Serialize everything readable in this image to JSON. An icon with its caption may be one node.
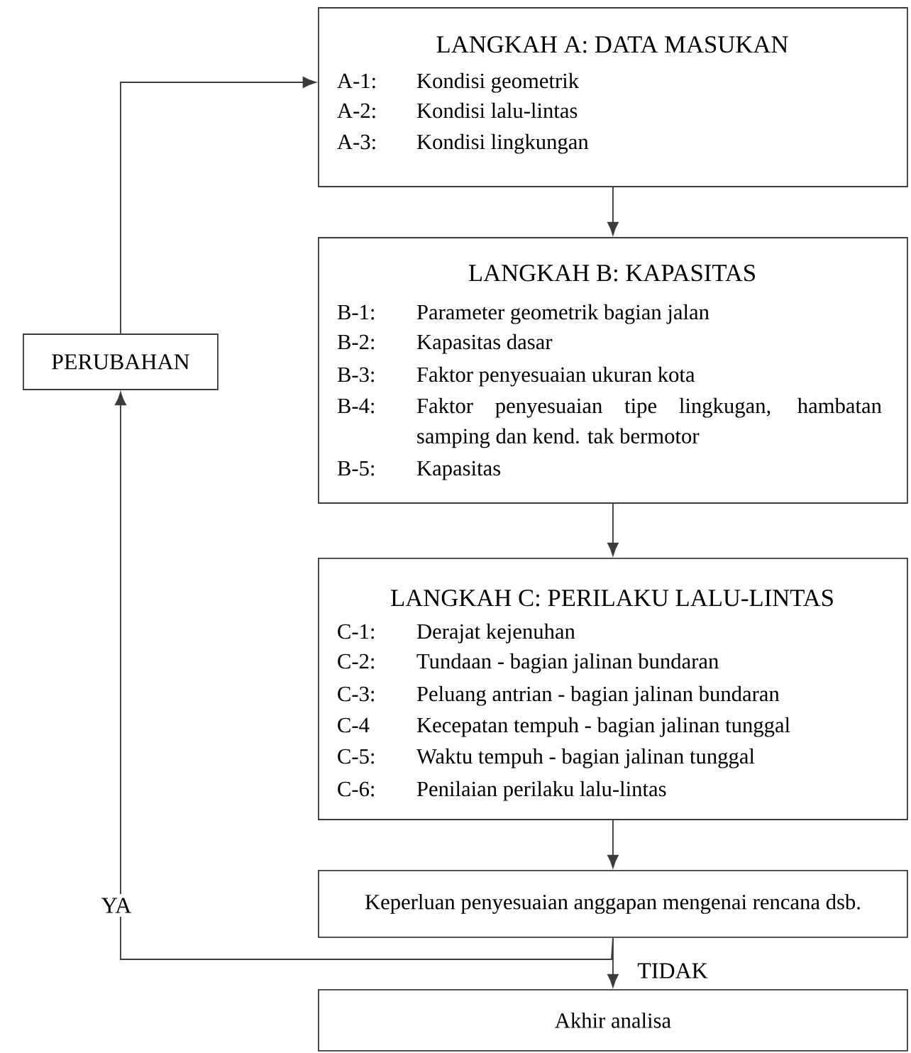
{
  "diagram": {
    "nodes": [
      {
        "text": [
          "LANGKAH A: DATA MASUKAN",
          "A-1:",
          "Kondisi geometrik",
          "A-2:",
          "Kondisi lalu-lintas",
          "A-3:",
          "Kondisi lingkungan"
        ]
      },
      {
        "text": [
          "LANGKAH B: KAPASITAS",
          "B-1:",
          "Parameter geometrik bagian jalan",
          "B-2:",
          "Kapasitas dasar",
          "B-3:",
          "Faktor penyesuaian ukuran kota",
          "B-4:",
          "Faktor penyesuaian tipe lingkugan, hambatan samping dan kend. tak bermotor",
          "B-5:",
          "Kapasitas"
        ]
      },
      {
        "text": [
          "LANGKAH C: PERILAKU LALU-LINTAS",
          "C-1:",
          "Derajat kejenuhan",
          "C-2:",
          "Tundaan - bagian jalinan bundaran",
          "C-3:",
          "Peluang antrian - bagian jalinan bundaran",
          "C-4",
          "Kecepatan tempuh - bagian jalinan tunggal",
          "C-5:",
          "Waktu tempuh - bagian jalinan tunggal",
          "C-6:",
          "Penilaian perilaku lalu-lintas"
        ]
      },
      {
        "text": [
          "Keperluan penyesuaian anggapan mengenai rencana dsb."
        ]
      },
      {
        "text": [
          "Akhir analisa"
        ]
      },
      {
        "text": [
          "PERUBAHAN"
        ]
      }
    ],
    "edges": [
      {
        "from": 0,
        "to": 1,
        "arrow": "to"
      },
      {
        "from": 1,
        "to": 2,
        "arrow": "to"
      },
      {
        "from": 2,
        "to": 3,
        "arrow": "to"
      },
      {
        "from": 3,
        "to": 4,
        "arrow": "to",
        "label": "TIDAK"
      },
      {
        "from": 3,
        "to": 5,
        "arrow": "to",
        "label": "YA"
      },
      {
        "from": 5,
        "to": 0,
        "arrow": "to"
      }
    ]
  }
}
